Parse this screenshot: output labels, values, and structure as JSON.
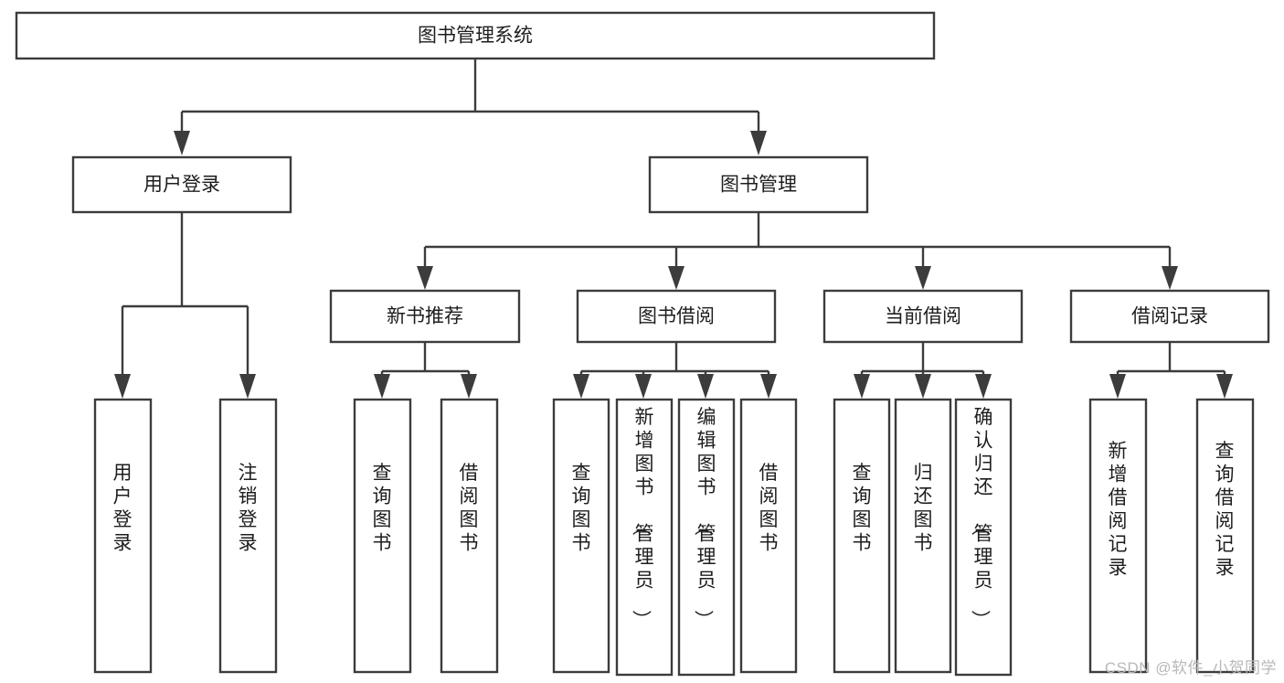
{
  "diagram": {
    "type": "tree-hierarchy",
    "title": "图书管理系统",
    "watermark": "CSDN @软件_小贺同学",
    "colors": {
      "stroke": "#3c3c3c",
      "fill": "#ffffff",
      "text": "#1d1d1d",
      "watermark": "#b8b8b8"
    },
    "nodes": {
      "root": {
        "label": "图书管理系统",
        "orientation": "horizontal"
      },
      "level1": [
        {
          "id": "user-login",
          "label": "用户登录",
          "orientation": "horizontal"
        },
        {
          "id": "book-management",
          "label": "图书管理",
          "orientation": "horizontal"
        }
      ],
      "level2": [
        {
          "id": "new-book-recommend",
          "label": "新书推荐",
          "orientation": "horizontal"
        },
        {
          "id": "book-borrow",
          "label": "图书借阅",
          "orientation": "horizontal"
        },
        {
          "id": "current-borrow",
          "label": "当前借阅",
          "orientation": "horizontal"
        },
        {
          "id": "borrow-record",
          "label": "借阅记录",
          "orientation": "horizontal"
        }
      ],
      "leaves": {
        "user-login": [
          {
            "id": "leaf-user-login",
            "label": "用户登录",
            "orientation": "vertical"
          },
          {
            "id": "leaf-logout-login",
            "label": "注销登录",
            "orientation": "vertical"
          }
        ],
        "new-book-recommend": [
          {
            "id": "leaf-query-book-1",
            "label": "查询图书",
            "orientation": "vertical"
          },
          {
            "id": "leaf-borrow-book-1",
            "label": "借阅图书",
            "orientation": "vertical"
          }
        ],
        "book-borrow": [
          {
            "id": "leaf-query-book-2",
            "label": "查询图书",
            "orientation": "vertical"
          },
          {
            "id": "leaf-add-book-admin",
            "label": "新增图书（管理员）",
            "orientation": "vertical"
          },
          {
            "id": "leaf-edit-book-admin",
            "label": "编辑图书（管理员）",
            "orientation": "vertical"
          },
          {
            "id": "leaf-borrow-book-2",
            "label": "借阅图书",
            "orientation": "vertical"
          }
        ],
        "current-borrow": [
          {
            "id": "leaf-query-book-3",
            "label": "查询图书",
            "orientation": "vertical"
          },
          {
            "id": "leaf-return-book",
            "label": "归还图书",
            "orientation": "vertical"
          },
          {
            "id": "leaf-confirm-return-admin",
            "label": "确认归还（管理员）",
            "orientation": "vertical"
          }
        ],
        "borrow-record": [
          {
            "id": "leaf-add-borrow-record",
            "label": "新增借阅记录",
            "orientation": "vertical"
          },
          {
            "id": "leaf-query-borrow-record",
            "label": "查询借阅记录",
            "orientation": "vertical"
          }
        ]
      }
    }
  }
}
